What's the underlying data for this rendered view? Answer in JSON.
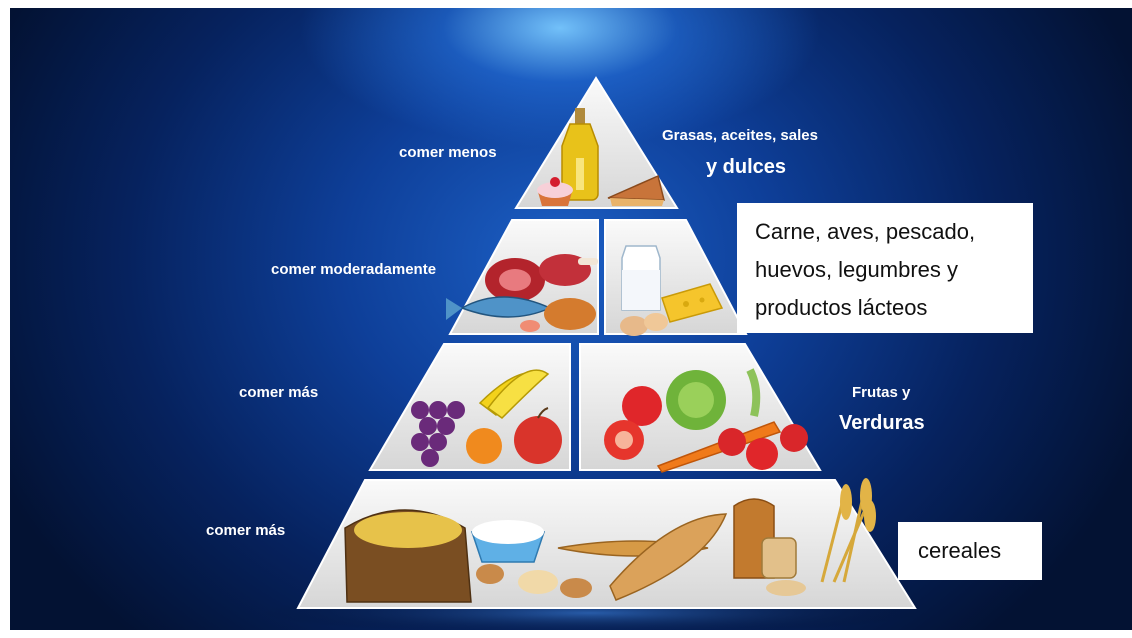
{
  "left_labels": {
    "tier1": "comer menos",
    "tier2": "comer moderadamente",
    "tier3": "comer más",
    "tier4": "comer más"
  },
  "right_labels": {
    "tier1_line1": "Grasas, aceites, sales",
    "tier1_line2": "y dulces",
    "tier3_line1": "Frutas y",
    "tier3_line2": "Verduras"
  },
  "callouts": {
    "protein_line1": "Carne, aves, pescado,",
    "protein_line2": "huevos, legumbres y",
    "protein_line3": "productos lácteos",
    "cereals": "cereales"
  },
  "colors": {
    "background_center": "#1c5fc4",
    "background_edge": "#031233",
    "tier_fill": "#e9e9e9",
    "tier_edge": "#ffffff"
  }
}
